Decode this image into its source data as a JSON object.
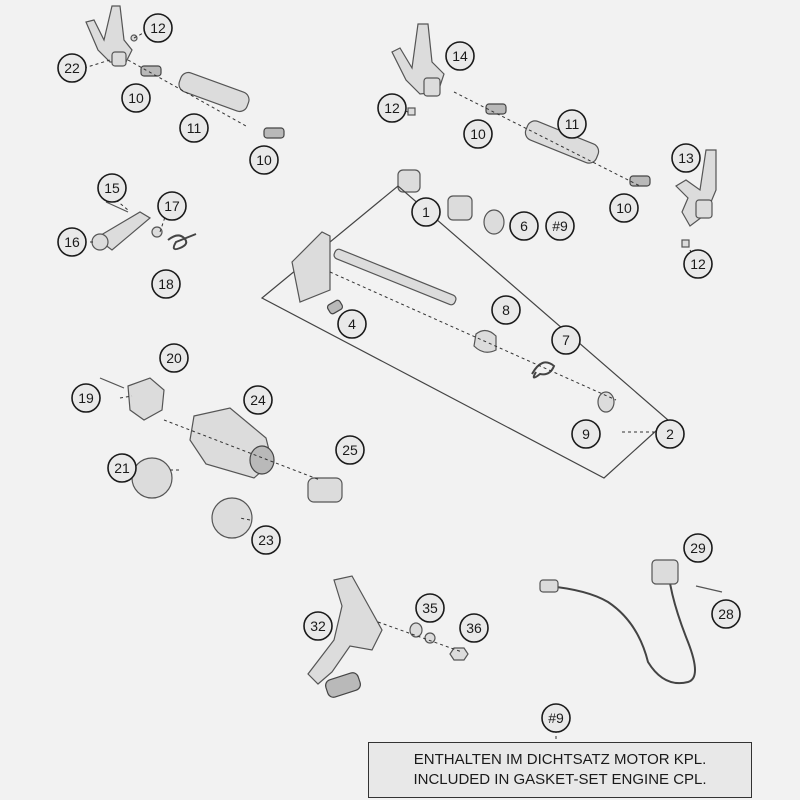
{
  "callouts": [
    {
      "id": "c1",
      "label": "1"
    },
    {
      "id": "c2",
      "label": "2"
    },
    {
      "id": "c4",
      "label": "4"
    },
    {
      "id": "c6",
      "label": "6"
    },
    {
      "id": "c7",
      "label": "7"
    },
    {
      "id": "c8",
      "label": "8"
    },
    {
      "id": "c9",
      "label": "9"
    },
    {
      "id": "c9hash",
      "label": "#9"
    },
    {
      "id": "c9hash2",
      "label": "#9"
    },
    {
      "id": "c10a",
      "label": "10"
    },
    {
      "id": "c10b",
      "label": "10"
    },
    {
      "id": "c10c",
      "label": "10"
    },
    {
      "id": "c10d",
      "label": "10"
    },
    {
      "id": "c11a",
      "label": "11"
    },
    {
      "id": "c11b",
      "label": "11"
    },
    {
      "id": "c12a",
      "label": "12"
    },
    {
      "id": "c12b",
      "label": "12"
    },
    {
      "id": "c12c",
      "label": "12"
    },
    {
      "id": "c13",
      "label": "13"
    },
    {
      "id": "c14",
      "label": "14"
    },
    {
      "id": "c15",
      "label": "15"
    },
    {
      "id": "c16",
      "label": "16"
    },
    {
      "id": "c17",
      "label": "17"
    },
    {
      "id": "c18",
      "label": "18"
    },
    {
      "id": "c19",
      "label": "19"
    },
    {
      "id": "c20",
      "label": "20"
    },
    {
      "id": "c21",
      "label": "21"
    },
    {
      "id": "c22",
      "label": "22"
    },
    {
      "id": "c23",
      "label": "23"
    },
    {
      "id": "c24",
      "label": "24"
    },
    {
      "id": "c25",
      "label": "25"
    },
    {
      "id": "c28",
      "label": "28"
    },
    {
      "id": "c29",
      "label": "29"
    },
    {
      "id": "c32",
      "label": "32"
    },
    {
      "id": "c35",
      "label": "35"
    },
    {
      "id": "c36",
      "label": "36"
    }
  ],
  "legend": {
    "line1": "ENTHALTEN IM DICHTSATZ MOTOR KPL.",
    "line2": "INCLUDED IN GASKET-SET ENGINE CPL."
  }
}
